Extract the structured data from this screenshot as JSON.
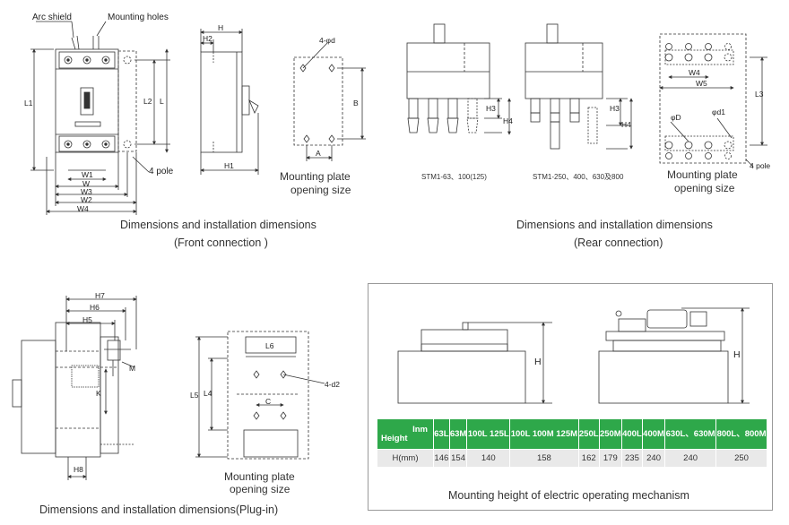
{
  "section_front": {
    "labels": {
      "arc_shield": "Arc shield",
      "mounting_holes": "Mounting holes",
      "four_pole": "4 pole",
      "L1": "L1",
      "L2": "L2",
      "L": "L",
      "W1": "W1",
      "W": "W",
      "W3": "W3",
      "W2": "W2",
      "W4": "W4",
      "H": "H",
      "H2": "H2",
      "H1": "H1",
      "hole": "4-φd",
      "A": "A",
      "B": "B"
    },
    "plate_caption_1": "Mounting plate",
    "plate_caption_2": "opening size",
    "caption_1": "Dimensions and installation dimensions",
    "caption_2": "(Front connection )"
  },
  "section_rear": {
    "labels": {
      "H3a": "H3",
      "H4a": "H4",
      "H3b": "H3",
      "H4b": "H4",
      "W4": "W4",
      "W5": "W5",
      "L3": "L3",
      "phiD": "φD",
      "phid1": "φd1",
      "four_pole": "4 pole"
    },
    "model_a": "STM1-63、100(125)",
    "model_b": "STM1-250、400、630及800",
    "plate_caption_1": "Mounting plate",
    "plate_caption_2": "opening size",
    "caption_1": "Dimensions and installation dimensions",
    "caption_2": "(Rear connection)"
  },
  "section_plugin": {
    "labels": {
      "H7": "H7",
      "H6": "H6",
      "H5": "H5",
      "M": "M",
      "K": "K",
      "H8": "H8",
      "L6": "L6",
      "L5": "L5",
      "L4": "L4",
      "C": "C",
      "hole": "4-d2"
    },
    "plate_caption_1": "Mounting plate",
    "plate_caption_2": "opening size",
    "caption": "Dimensions and installation dimensions(Plug-in)"
  },
  "section_mechanism": {
    "h_label_left": "H",
    "h_label_right": "H",
    "table": {
      "head_label_top": "Inm",
      "head_label_bottom": "Height",
      "columns": [
        "63L",
        "63M",
        "100L 125L",
        "100L 100M 125M",
        "250L",
        "250M",
        "400L",
        "400M",
        "630L、630M",
        "800L、800M"
      ],
      "row_label": "H(mm)",
      "values": [
        "146",
        "154",
        "140",
        "158",
        "162",
        "179",
        "235",
        "240",
        "240",
        "250"
      ]
    },
    "caption": "Mounting height of electric operating mechanism"
  },
  "colors": {
    "table_header": "#2ea84a",
    "table_row": "#e9e9e9",
    "line": "#333333"
  }
}
